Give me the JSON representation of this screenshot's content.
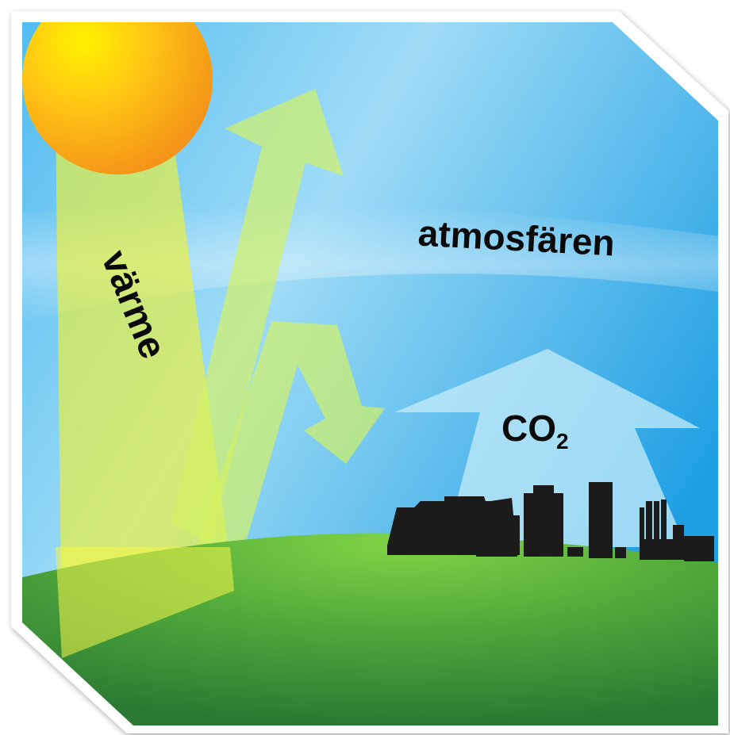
{
  "labels": {
    "heat": "värme",
    "atmosphere": "atmosfären",
    "co2_base": "CO",
    "co2_sub": "2"
  },
  "colors": {
    "sky_top": "#1fa3e6",
    "sky_mid": "#63c6f2",
    "sun_center": "#ffe800",
    "sun_edge": "#f59a17",
    "ray_yellow": "#f2f22e",
    "ray_green": "#d2f060",
    "ground_light": "#6fcc3a",
    "ground_dark": "#2c7d34",
    "city": "#1b1b1b",
    "text": "#0a0a0a"
  }
}
